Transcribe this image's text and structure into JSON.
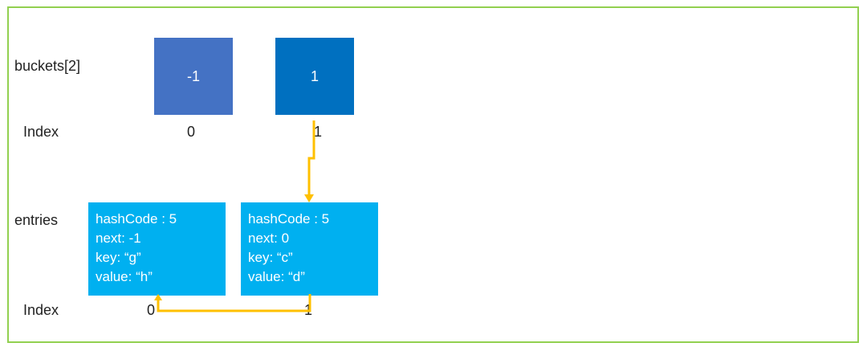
{
  "labels": {
    "buckets": "buckets[2]",
    "bucket_index": "Index",
    "entries": "entries",
    "entry_index": "Index"
  },
  "buckets": [
    {
      "value": "-1",
      "index": "0",
      "color": "#4472c4"
    },
    {
      "value": "1",
      "index": "1",
      "color": "#0070c0"
    }
  ],
  "entries": [
    {
      "hashCode": "hashCode : 5",
      "next": "next: -1",
      "key": "key: “g”",
      "value": "value: “h”",
      "index": "0"
    },
    {
      "hashCode": "hashCode : 5",
      "next": "next: 0",
      "key": "key: “c”",
      "value": "value: “d”",
      "index": "1"
    }
  ],
  "colors": {
    "frame": "#92d050",
    "entry_fill": "#00b0f0",
    "arrow": "#ffc000"
  }
}
